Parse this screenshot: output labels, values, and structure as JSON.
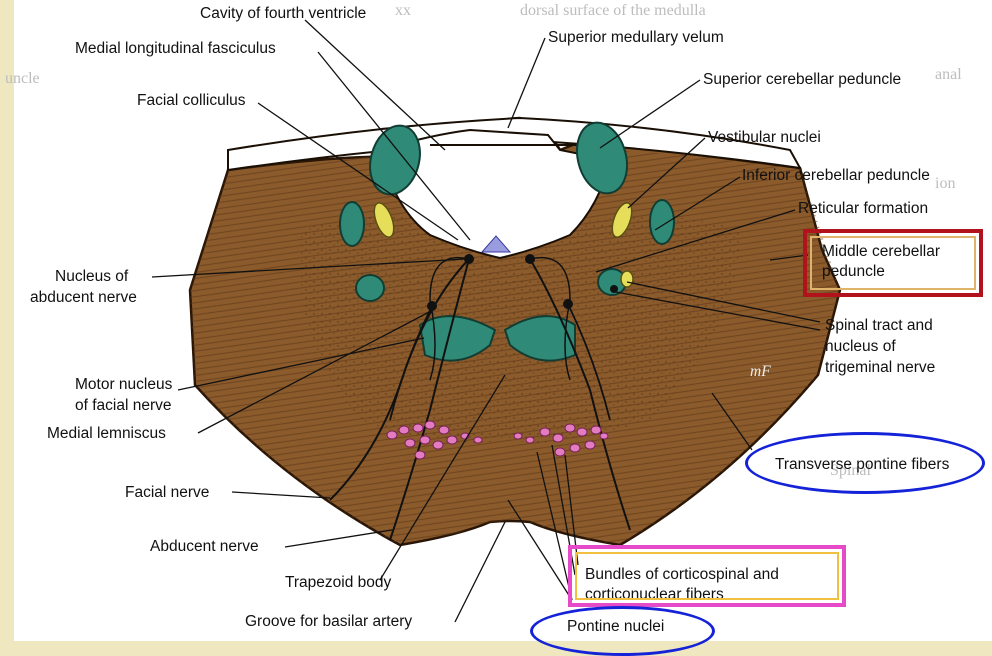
{
  "labels": {
    "cavity_fourth_ventricle": "Cavity of fourth ventricle",
    "medial_longitudinal_fasciculus": "Medial longitudinal fasciculus",
    "superior_medullary_velum": "Superior medullary velum",
    "superior_cerebellar_peduncle": "Superior cerebellar peduncle",
    "facial_colliculus": "Facial colliculus",
    "vestibular_nuclei": "Vestibular nuclei",
    "inferior_cerebellar_peduncle": "Inferior cerebellar peduncle",
    "reticular_formation": "Reticular formation",
    "middle_cerebellar_peduncle_l1": "Middle cerebellar",
    "middle_cerebellar_peduncle_l2": "peduncle",
    "nucleus_abducent_l1": "Nucleus of",
    "nucleus_abducent_l2": "abducent nerve",
    "spinal_tract_l1": "Spinal tract and",
    "spinal_tract_l2": "nucleus of",
    "spinal_tract_l3": "trigeminal nerve",
    "motor_nucleus_l1": "Motor nucleus",
    "motor_nucleus_l2": "of facial nerve",
    "medial_lemniscus": "Medial lemniscus",
    "transverse_pontine_fibers": "Transverse pontine fibers",
    "facial_nerve": "Facial nerve",
    "abducent_nerve": "Abducent nerve",
    "bundles_l1": "Bundles of corticospinal and",
    "bundles_l2": "corticonuclear fibers",
    "trapezoid_body": "Trapezoid body",
    "groove_basilar_artery": "Groove for basilar artery",
    "pontine_nuclei": "Pontine nuclei",
    "artist_initials": "mF"
  },
  "colors": {
    "tissue": "#8a5a2e",
    "nuclei_green": "#2f8a77",
    "tract_yellow": "#e6de5a",
    "ventricle_blue": "#9a9ce0",
    "pink_nuclei": "#e27bbf",
    "highlight_red": "#b1121c",
    "highlight_pink": "#e74ac8",
    "highlight_blue": "#1422d8"
  }
}
